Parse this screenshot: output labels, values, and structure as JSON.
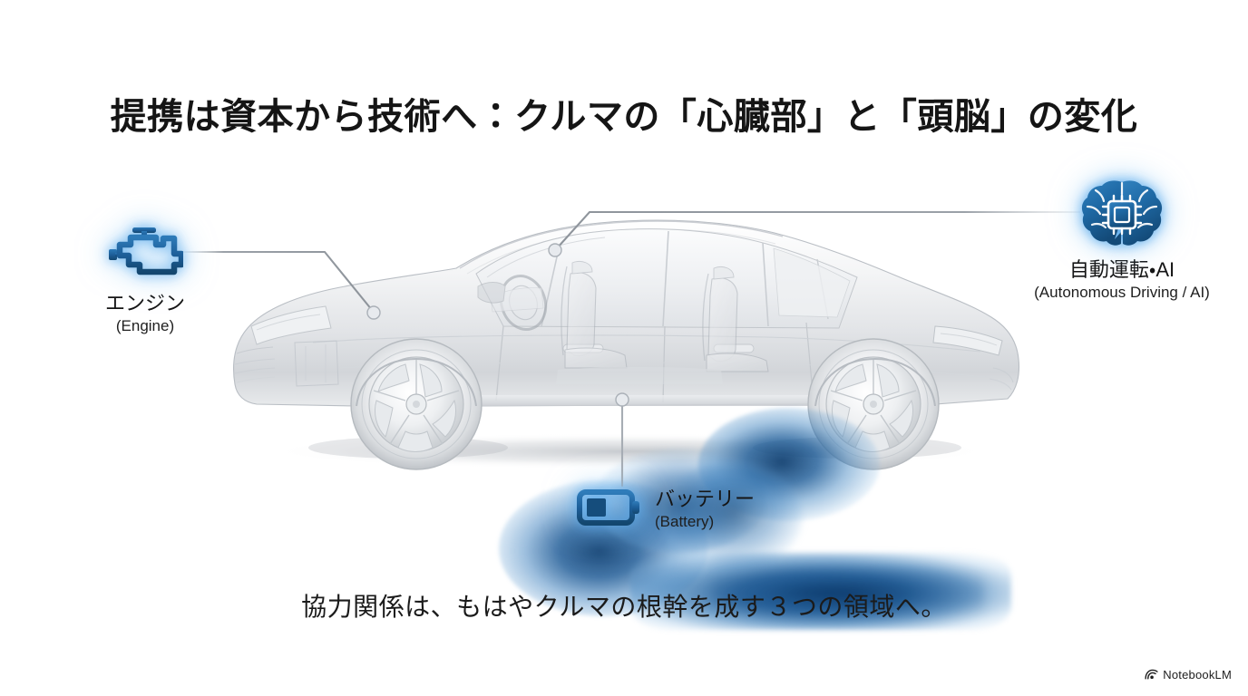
{
  "slide": {
    "title": "提携は資本から技術へ：クルマの「心臓部」と「頭脳」の変化",
    "caption": "協力関係は、もはやクルマの根幹を成す３つの領域へ。",
    "background_color": "#ffffff",
    "accent_color": "#16558f",
    "glow_color": "#5aaaeb",
    "text_color": "#151515"
  },
  "callouts": [
    {
      "id": "engine",
      "icon": "engine-icon",
      "label_jp": "エンジン",
      "label_en": "(Engine)",
      "position": "left"
    },
    {
      "id": "autonomous-ai",
      "icon": "brain-chip-icon",
      "label_jp": "自動運転・AI",
      "label_en": "(Autonomous Driving / AI)",
      "position": "right"
    },
    {
      "id": "battery",
      "icon": "battery-icon",
      "label_jp": "バッテリー",
      "label_en": "(Battery)",
      "position": "bottom"
    }
  ],
  "illustration": {
    "subject": "ghosted-xray-sedan-side-view",
    "highlight_zones": [
      "engine-bay",
      "cockpit-ai-module",
      "floor-battery-pack"
    ]
  },
  "watermark": {
    "label": "NotebookLM",
    "icon": "notebooklm-logo-icon"
  }
}
